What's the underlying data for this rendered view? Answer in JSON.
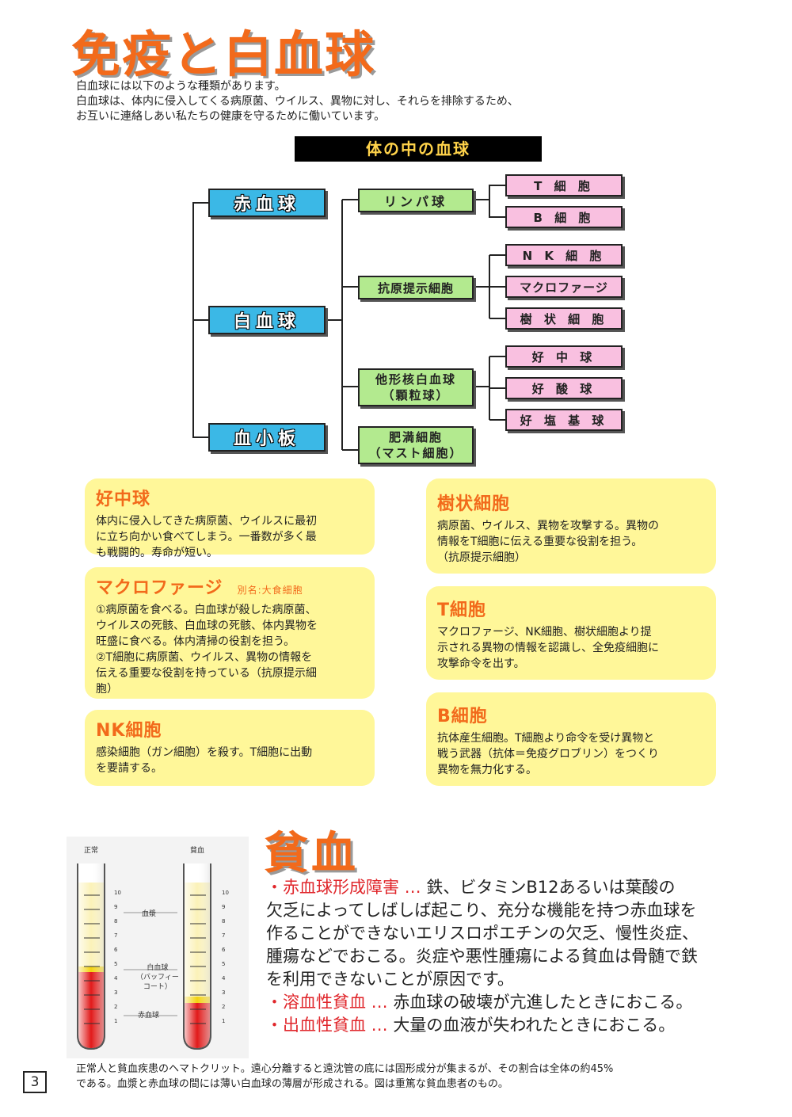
{
  "title": "免疫と白血球",
  "intro": [
    "白血球には以下のような種類があります。",
    "白血球は、体内に侵入してくる病原菌、ウイルス、異物に対し、それらを排除するため、",
    "お互いに連絡しあい私たちの健康を守るために働いています。"
  ],
  "diagram": {
    "header": "体の中の血球",
    "level1": [
      "赤血球",
      "白血球",
      "血小板"
    ],
    "lymph": "リンパ球",
    "apc": "抗原提示細胞",
    "granulocyte": [
      "他形核白血球",
      "（顆粒球）"
    ],
    "mast": [
      "肥満細胞",
      "（マスト細胞）"
    ],
    "t_cell": "T 細 胞",
    "b_cell": "B 細 胞",
    "nk_cell": "N K 細 胞",
    "macrophage": "マクロファージ",
    "dendritic": "樹 状 細 胞",
    "neutrophil": "好 中 球",
    "eosinophil": "好 酸 球",
    "basophil": "好 塩 基 球"
  },
  "cards": {
    "neutrophil": {
      "title": "好中球",
      "lines": [
        "体内に侵入してきた病原菌、ウイルスに最初",
        "に立ち向かい食べてしまう。一番数が多く最",
        "も戦闘的。寿命が短い。"
      ]
    },
    "macrophage": {
      "title": "マクロファージ",
      "alias": "別名:大食細胞",
      "lines": [
        "①病原菌を食べる。白血球が殺した病原菌、",
        "ウイルスの死骸、白血球の死骸、体内異物を",
        "旺盛に食べる。体内清掃の役割を担う。",
        "②T細胞に病原菌、ウイルス、異物の情報を",
        "伝える重要な役割を持っている（抗原提示細",
        "胞）"
      ]
    },
    "nk": {
      "title": "NK細胞",
      "lines": [
        "感染細胞（ガン細胞）を殺す。T細胞に出動",
        "を要請する。"
      ]
    },
    "dendritic": {
      "title": "樹状細胞",
      "lines": [
        "病原菌、ウイルス、異物を攻撃する。異物の",
        "情報をT細胞に伝える重要な役割を担う。",
        "（抗原提示細胞）"
      ]
    },
    "tcell": {
      "title": "T細胞",
      "lines": [
        "マクロファージ、NK細胞、樹状細胞より提",
        "示される異物の情報を認識し、全免疫細胞に",
        "攻撃命令を出す。"
      ]
    },
    "bcell": {
      "title": "B細胞",
      "lines": [
        "抗体産生細胞。T細胞より命令を受け異物と",
        "戦う武器（抗体＝免疫グロブリン）をつくり",
        "異物を無力化する。"
      ]
    }
  },
  "anemia": {
    "title": "貧血",
    "item1_label": "・赤血球形成障害 …",
    "item1_text_first": " 鉄、ビタミンB12あるいは葉酸の",
    "item1_lines": [
      "欠乏によってしばしば起こり、充分な機能を持つ赤血球を",
      "作ることができないエリスロポエチンの欠乏、慢性炎症、",
      "腫瘍などでおこる。炎症や悪性腫瘍による貧血は骨髄で鉄",
      "を利用できないことが原因です。"
    ],
    "item2_label": "・溶血性貧血 …",
    "item2_text": " 赤血球の破壊が亢進したときにおこる。",
    "item3_label": "・出血性貧血 …",
    "item3_text": " 大量の血液が失われたときにおこる。"
  },
  "tubes": {
    "normal_label": "正常",
    "anemia_label": "貧血",
    "plasma": "血漿",
    "wbc": [
      "白血球",
      "（バッフィー",
      "コート）"
    ],
    "rbc": "赤血球",
    "scale": [
      "10",
      "9",
      "8",
      "7",
      "6",
      "5",
      "4",
      "3",
      "2",
      "1"
    ]
  },
  "caption": [
    "正常人と貧血疾患のヘマトクリット。遠心分離すると遠沈管の底には固形成分が集まるが、その割合は全体の約45%",
    "である。血漿と赤血球の間には薄い白血球の薄層が形成される。図は重篤な貧血患者のもの。"
  ],
  "page_number": "3",
  "colors": {
    "accent": "#f26a1b",
    "card": "#fff799",
    "blue_box": "#3bb8e6",
    "green_box": "#b3ea8f",
    "pink_box": "#f9c0e0",
    "red_text": "#e0262b"
  }
}
